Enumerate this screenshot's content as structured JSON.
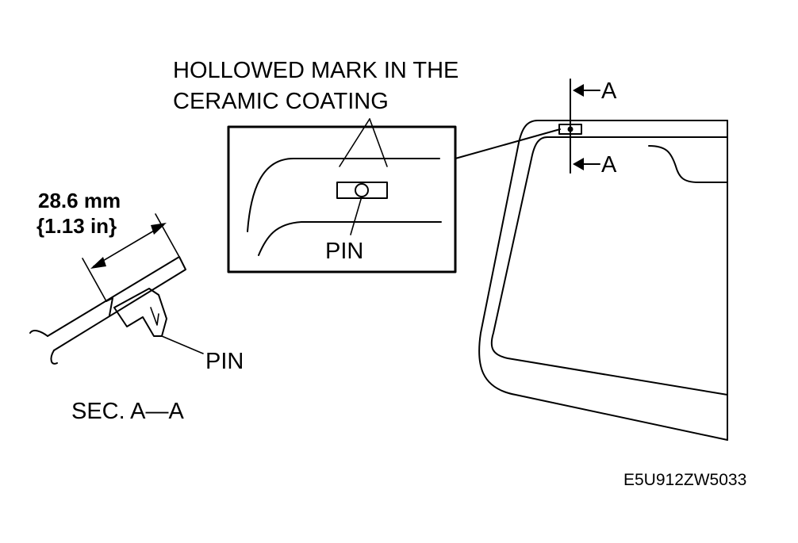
{
  "callout": {
    "line1": "HOLLOWED MARK IN THE",
    "line2": "CERAMIC COATING",
    "pin": "PIN"
  },
  "section": {
    "dimension_mm": "28.6 mm",
    "dimension_in": "{1.13 in}",
    "pin": "PIN",
    "title": "SEC. A—A"
  },
  "section_marker": {
    "top": "A",
    "bottom": "A"
  },
  "figure_code": "E5U912ZW5033"
}
